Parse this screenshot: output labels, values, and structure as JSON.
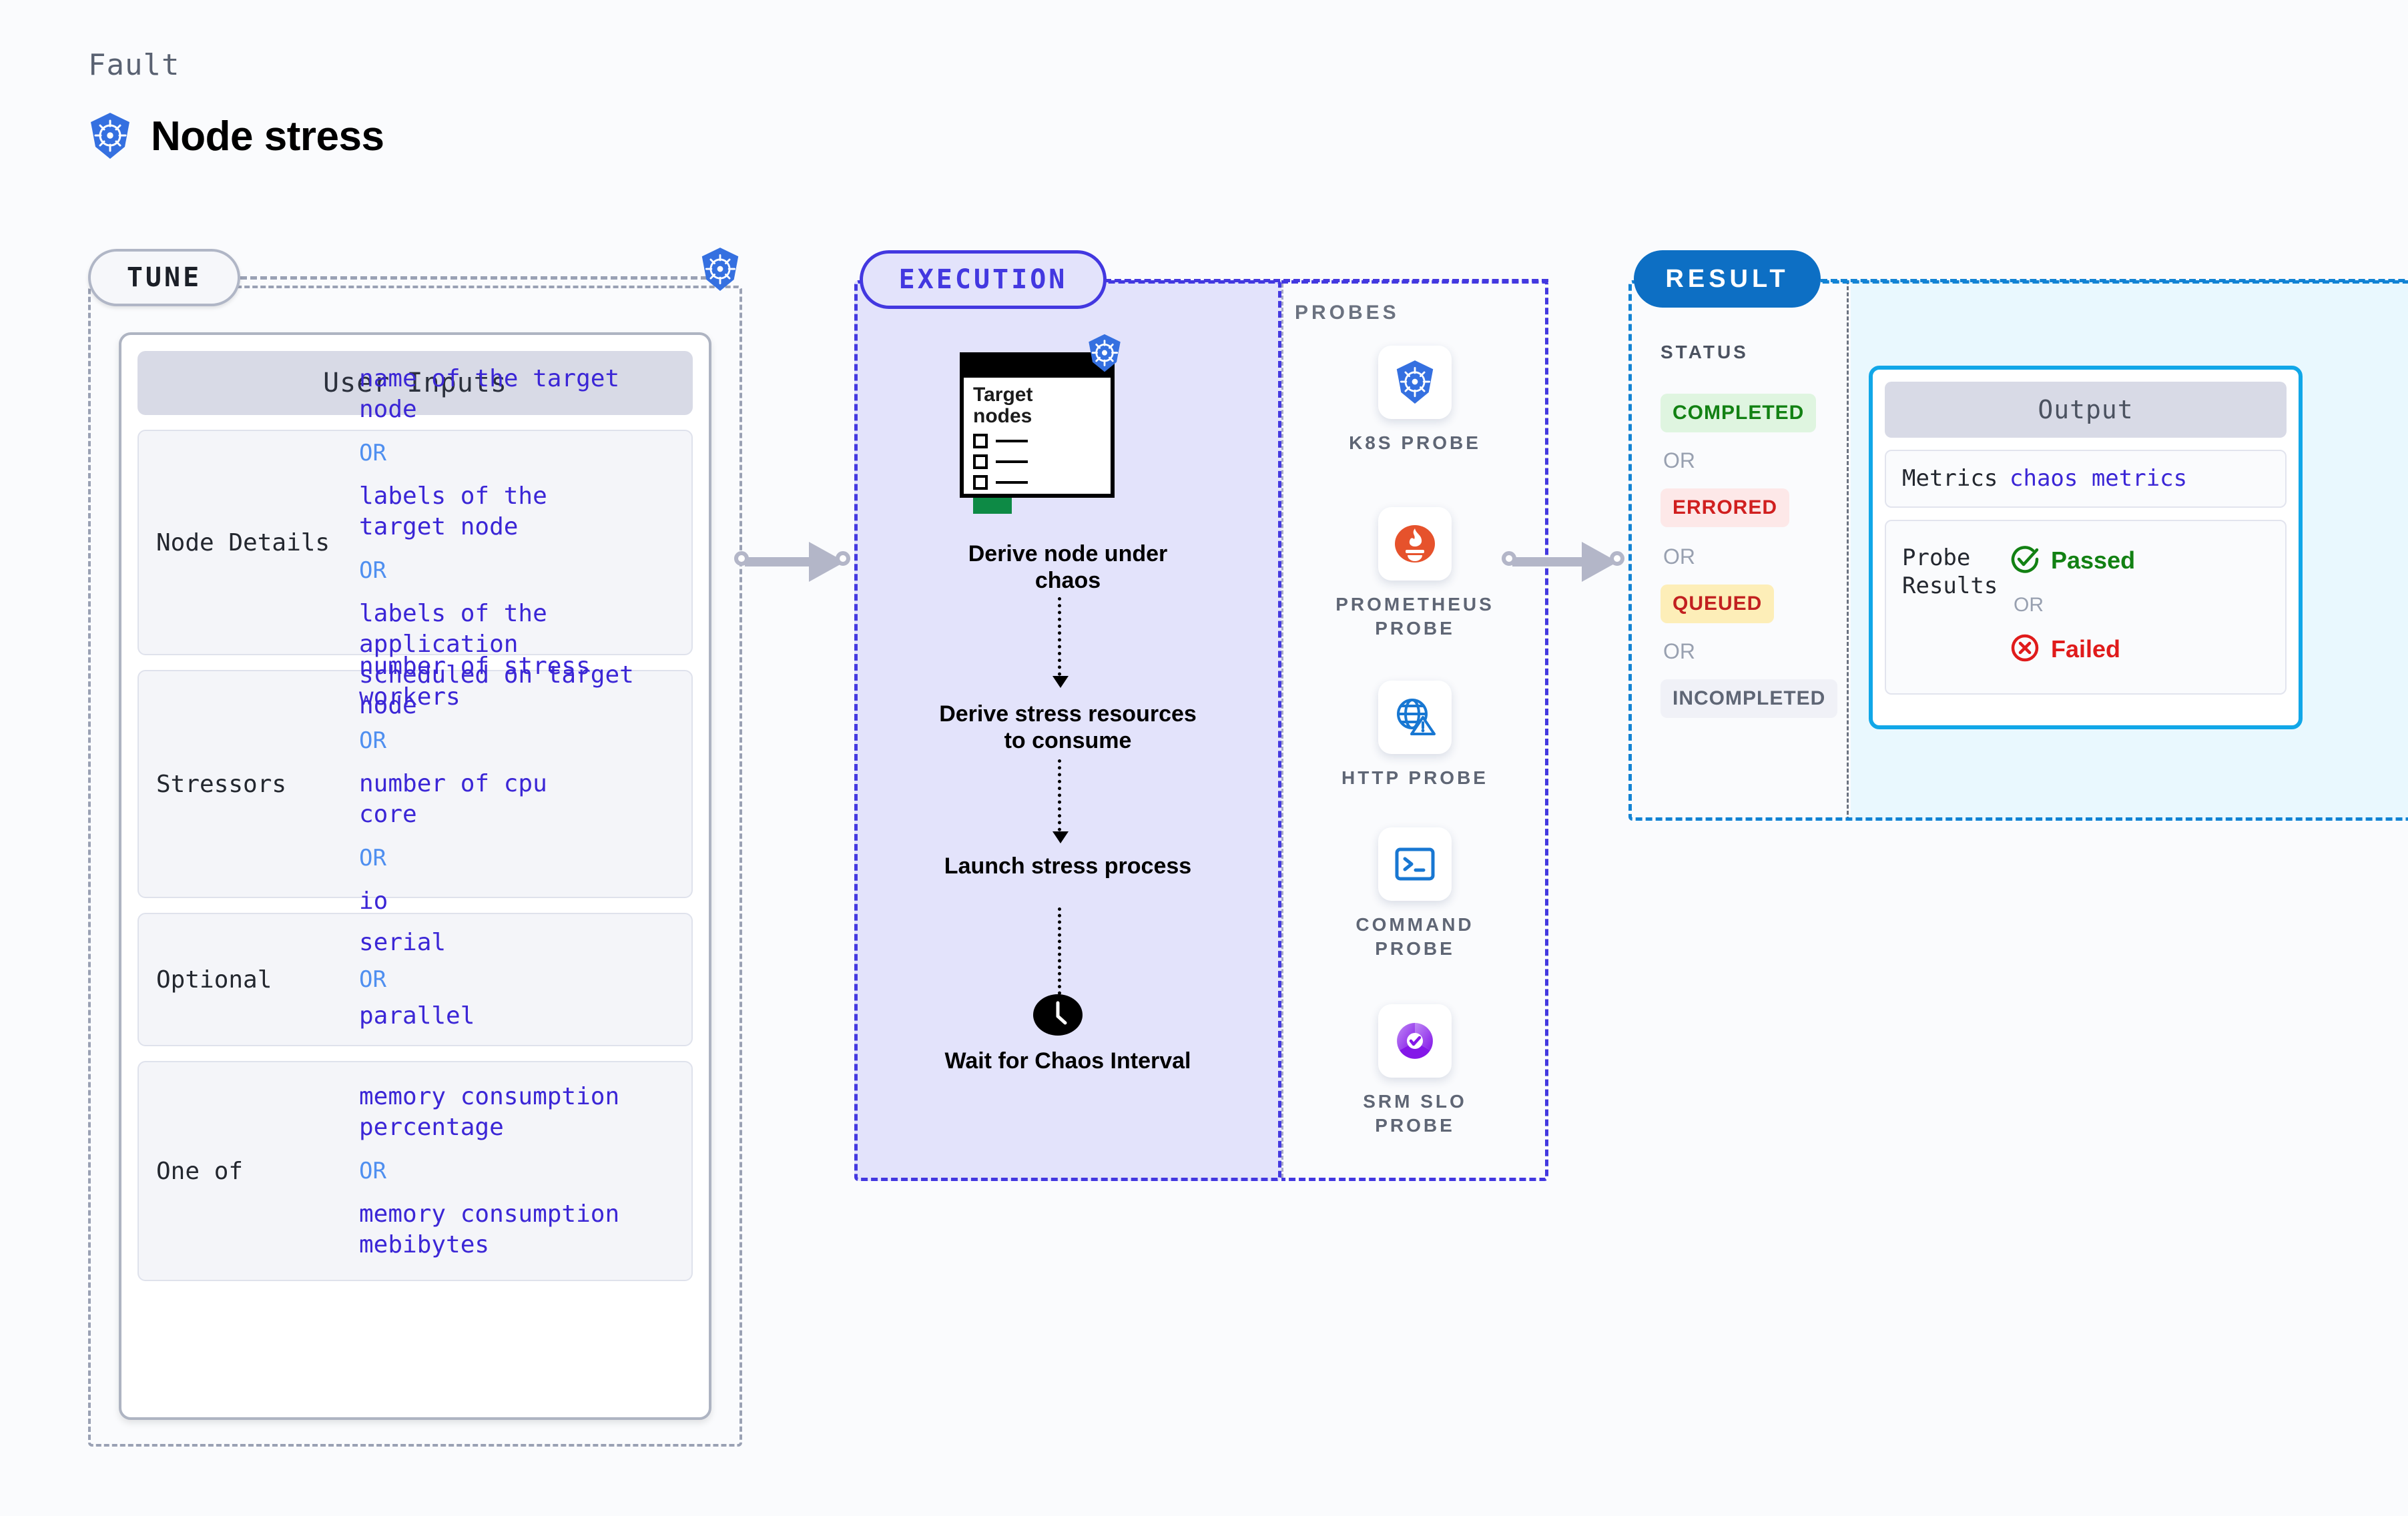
{
  "header": {
    "eyebrow": "Fault",
    "title": "Node stress",
    "icon": "kubernetes-icon"
  },
  "tune": {
    "pill_label": "TUNE",
    "badge_icon": "kubernetes-icon",
    "card_title": "User Inputs",
    "groups": [
      {
        "label": "Node Details",
        "values": [
          "name of the target\nnode",
          "labels of the\ntarget node",
          "labels of the application\n scheduled on target node"
        ],
        "separator": "OR"
      },
      {
        "label": "Stressors",
        "values": [
          "number of stress\nworkers",
          "number of cpu\ncore",
          "io"
        ],
        "separator": "OR"
      },
      {
        "label": "Optional",
        "values": [
          "serial",
          "parallel"
        ],
        "separator": "OR"
      },
      {
        "label": "One of",
        "values": [
          "memory consumption\npercentage",
          "memory consumption\nmebibytes"
        ],
        "separator": "OR"
      }
    ]
  },
  "execution": {
    "pill_label": "EXECUTION",
    "card": {
      "title": "Target\nnodes",
      "icon": "kubernetes-icon"
    },
    "steps": [
      "Derive node under chaos",
      "Derive stress resources to consume",
      "Launch stress process",
      "Wait for Chaos Interval"
    ],
    "wait_icon": "clock-icon"
  },
  "probes": {
    "title": "PROBES",
    "items": [
      {
        "label": "K8S PROBE",
        "icon": "kubernetes-icon"
      },
      {
        "label": "PROMETHEUS\nPROBE",
        "icon": "prometheus-icon"
      },
      {
        "label": "HTTP PROBE",
        "icon": "globe-warning-icon"
      },
      {
        "label": "COMMAND\nPROBE",
        "icon": "terminal-icon"
      },
      {
        "label": "SRM SLO\nPROBE",
        "icon": "srm-slo-icon"
      }
    ]
  },
  "result": {
    "pill_label": "RESULT",
    "status_title": "STATUS",
    "separator": "OR",
    "statuses": [
      {
        "label": "COMPLETED",
        "bg": "#dff5e0",
        "fg": "#128113"
      },
      {
        "label": "ERRORED",
        "bg": "#fde8e8",
        "fg": "#d01f1f"
      },
      {
        "label": "QUEUED",
        "bg": "#fdeeb8",
        "fg": "#c22020"
      },
      {
        "label": "INCOMPLETED",
        "bg": "#f0f1f7",
        "fg": "#5f6675"
      }
    ],
    "output": {
      "title": "Output",
      "metrics_label": "Metrics",
      "metrics_value": "chaos metrics",
      "probe_results_label": "Probe\nResults",
      "passed_label": "Passed",
      "failed_label": "Failed",
      "separator": "OR",
      "passed_icon": "check-circle-icon",
      "failed_icon": "x-circle-icon"
    }
  },
  "colors": {
    "accent_blue": "#3b26d6",
    "result_blue": "#0d6fc4",
    "k8s_blue": "#3570e0",
    "or_blue": "#4f8ff0",
    "tune_border": "#9aa1b4"
  }
}
